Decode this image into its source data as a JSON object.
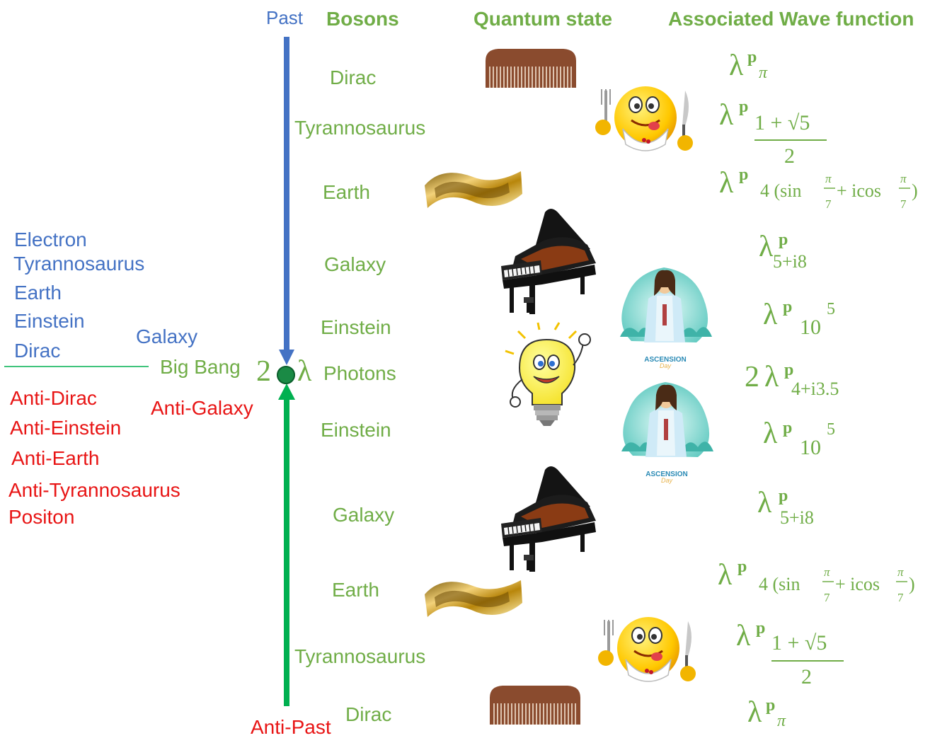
{
  "headers": {
    "past": "Past",
    "bosons": "Bosons",
    "quantum_state": "Quantum state",
    "wave_function": "Associated Wave function"
  },
  "colors": {
    "blue_text": "#4472C4",
    "green_text": "#70AD47",
    "red_text": "#E81515",
    "blue_arrow": "#4472C4",
    "green_arrow": "#00B050",
    "divider": "#00B050"
  },
  "matter_particles": [
    "Electron",
    "Tyrannosaurus",
    "Earth",
    "Einstein",
    "Dirac"
  ],
  "galaxy": "Galaxy",
  "big_bang": "Big Bang",
  "anti_particles": [
    "Anti-Dirac",
    "Anti-Einstein",
    "Anti-Earth",
    "Anti-Tyrannosaurus",
    "Positon"
  ],
  "anti_galaxy": "Anti-Galaxy",
  "anti_past": "Anti-Past",
  "center_coefficient": "2",
  "center_lambda": "λ",
  "bosons": [
    "Dirac",
    "Tyrannosaurus",
    "Earth",
    "Galaxy",
    "Einstein",
    "Photons",
    "Einstein",
    "Galaxy",
    "Earth",
    "Tyrannosaurus",
    "Dirac"
  ],
  "quantum_state_icons": [
    "comb-icon",
    "hungry-smiley-icon",
    "mobius-ring-icon",
    "grand-piano-icon",
    "ascension-jesus-icon",
    "lightbulb-character-icon",
    "ascension-jesus-icon",
    "grand-piano-icon",
    "mobius-ring-icon",
    "hungry-smiley-icon",
    "comb-icon"
  ],
  "ascension_caption": "ASCENSION",
  "ascension_sub": "Day",
  "wave_functions": {
    "lambda": "λ",
    "p": "p",
    "pi_sub": "π",
    "golden_num": "1 + √5",
    "golden_den": "2",
    "trig_sub": "4 (sin",
    "trig_pi": "π",
    "trig_seven": "7",
    "trig_mid": "+ icos",
    "trig_close": ")",
    "complex_sub": "5+i8",
    "ten_sub": "10",
    "ten_sup": "5",
    "photon_coef": "2",
    "photon_sub": "4+i3.5"
  }
}
